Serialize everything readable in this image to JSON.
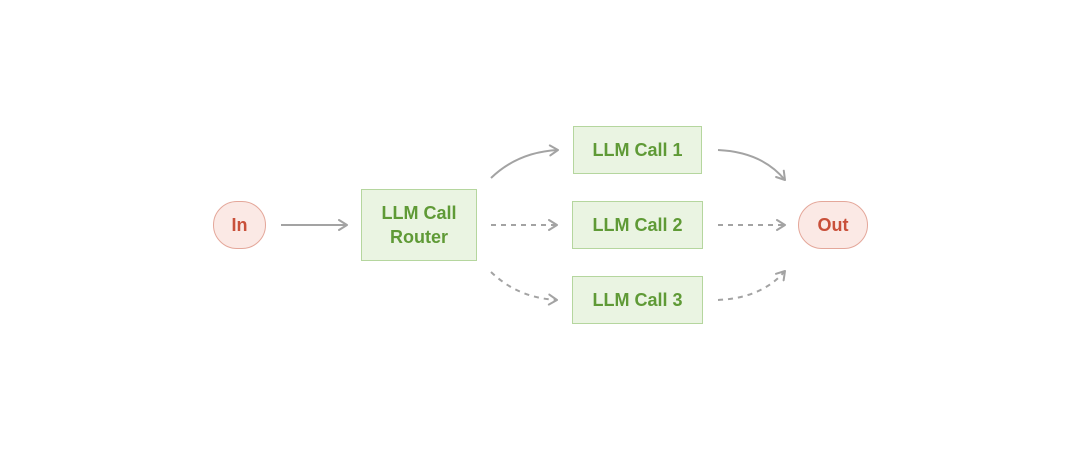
{
  "diagram": {
    "nodes": {
      "input": {
        "label": "In"
      },
      "router": {
        "label": "LLM Call\nRouter"
      },
      "call1": {
        "label": "LLM Call 1"
      },
      "call2": {
        "label": "LLM Call 2"
      },
      "call3": {
        "label": "LLM Call 3"
      },
      "output": {
        "label": "Out"
      }
    },
    "edges": [
      {
        "from": "input",
        "to": "router",
        "style": "solid"
      },
      {
        "from": "router",
        "to": "call1",
        "style": "solid"
      },
      {
        "from": "router",
        "to": "call2",
        "style": "dashed"
      },
      {
        "from": "router",
        "to": "call3",
        "style": "dashed"
      },
      {
        "from": "call1",
        "to": "output",
        "style": "solid"
      },
      {
        "from": "call2",
        "to": "output",
        "style": "dashed"
      },
      {
        "from": "call3",
        "to": "output",
        "style": "dashed"
      }
    ],
    "colors": {
      "terminal_fill": "#fbe9e5",
      "terminal_border": "#e4a79a",
      "terminal_text": "#c9503a",
      "process_fill": "#eaf4e2",
      "process_border": "#b5d69e",
      "process_text": "#5f9a36",
      "edge": "#a3a3a3"
    }
  }
}
